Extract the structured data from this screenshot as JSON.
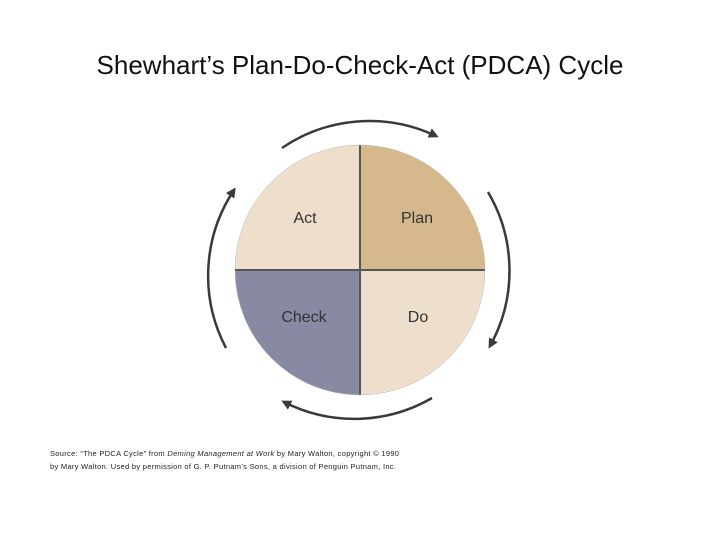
{
  "title": "Shewhart’s Plan-Do-Check-Act (PDCA) Cycle",
  "quadrants": {
    "act": {
      "label": "Act",
      "color": "#eedfcc"
    },
    "plan": {
      "label": "Plan",
      "color": "#d5b98c"
    },
    "check": {
      "label": "Check",
      "color": "#888aa4"
    },
    "do": {
      "label": "Do",
      "color": "#eedfcc"
    }
  },
  "divider_color": "#555555",
  "arrow_color": "#3a3a3a",
  "source": {
    "prefix": "Source: “The PDCA Cycle” from ",
    "book_title": "Deming Management at Work",
    "line1_suffix": " by Mary Walton, copyright © 1990",
    "line2": "by Mary Walton. Used by permission of G. P. Putnam’s Sons, a division of Penguin Putnam, Inc."
  }
}
